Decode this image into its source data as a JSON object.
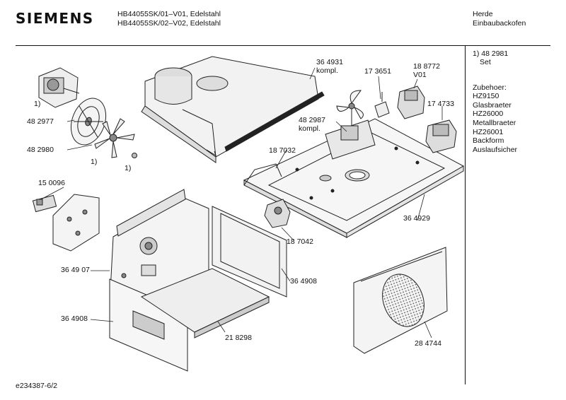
{
  "header": {
    "brand": "SIEMENS",
    "models": [
      "HB44055SK/01–V01, Edelstahl",
      "HB44055SK/02–V02, Edelstahl"
    ],
    "category": [
      "Herde",
      "Einbaubackofen"
    ]
  },
  "sidebar": {
    "note_ref": "1) 48 2981",
    "note_text": "Set",
    "accessories_title": "Zubehoer:",
    "accessories": [
      "HZ9150",
      "Glasbraeter",
      "HZ26000",
      "Metallbraeter",
      "HZ26001",
      "Backform",
      "Auslaufsicher"
    ]
  },
  "parts": {
    "p364931": "36 4931",
    "p364931b": "kompl.",
    "p173651": "17 3651",
    "p188772": "18 8772",
    "p188772b": "V01",
    "p174733": "17 4733",
    "p482987": "48 2987",
    "p482987b": "kompl.",
    "fn1a": "1)",
    "p482977": "48 2977",
    "p482980": "48 2980",
    "fn1b": "1)",
    "fn1c": "1)",
    "p187032": "18 7032",
    "p150096": "15 0096",
    "p364929": "36 4929",
    "p187042": "18 7042",
    "p36490_7": "36 49 07",
    "p364908a": "36 4908",
    "p364908b": "36 4908",
    "p218298": "21 8298",
    "p284744": "28 4744"
  },
  "footer": {
    "doc_id": "e234387-6/2"
  }
}
